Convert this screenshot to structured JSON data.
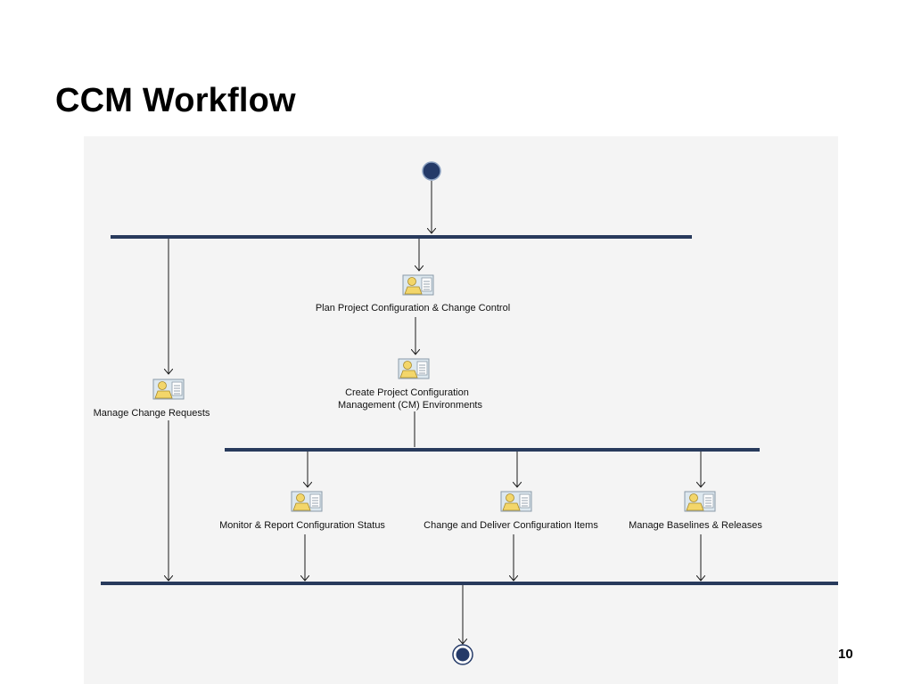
{
  "slide": {
    "title": "CCM Workflow",
    "page_number": "10"
  },
  "workflow": {
    "activities": [
      {
        "id": "plan",
        "label_lines": [
          "Plan Project Configuration & Change Control"
        ]
      },
      {
        "id": "create",
        "label_lines": [
          "Create Project Configuration",
          "Management (CM) Environments"
        ]
      },
      {
        "id": "manage-change",
        "label_lines": [
          "Manage Change Requests"
        ]
      },
      {
        "id": "monitor",
        "label_lines": [
          "Monitor & Report Configuration Status"
        ]
      },
      {
        "id": "change-deliver",
        "label_lines": [
          "Change and Deliver Configuration Items"
        ]
      },
      {
        "id": "baselines",
        "label_lines": [
          "Manage Baselines & Releases"
        ]
      }
    ],
    "colors": {
      "bar": "#283a5c",
      "start_node": "#243a68",
      "arrow": "#1a1a1a",
      "icon_fill": "#f3d66a",
      "icon_bg": "#dde8ef"
    }
  }
}
